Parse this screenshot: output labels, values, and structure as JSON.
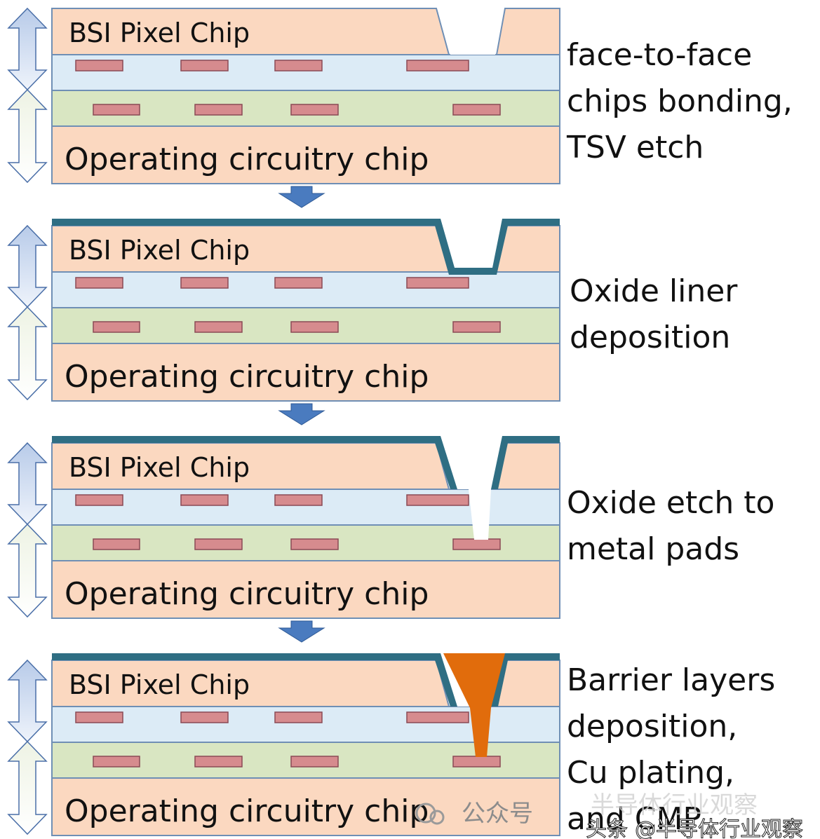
{
  "chip_labels": {
    "pixel_chip": "BSI Pixel Chip",
    "operating_chip": "Operating circuitry chip"
  },
  "steps": [
    {
      "caption_lines": [
        "face-to-face",
        "chips bonding,",
        "TSV etch"
      ]
    },
    {
      "caption_lines": [
        "Oxide liner",
        "deposition"
      ]
    },
    {
      "caption_lines": [
        "Oxide etch to",
        "metal pads"
      ]
    },
    {
      "caption_lines": [
        "Barrier layers",
        "deposition,",
        "Cu plating,",
        "and CMP"
      ]
    }
  ],
  "watermark": {
    "wechat_label": "公众号",
    "wechat_name": "半导体行业观察",
    "toutiao_label": "头条",
    "toutiao_handle": "@半导体行业观察"
  },
  "colors": {
    "pixel_chip": "#fbd8c0",
    "oxide_blue": "#dcebf6",
    "oxide_green": "#d9e6c2",
    "metal_pad": "#d68b8e",
    "liner": "#2f6e83",
    "copper": "#e16c0c",
    "arrow": "#4a7bbf"
  }
}
